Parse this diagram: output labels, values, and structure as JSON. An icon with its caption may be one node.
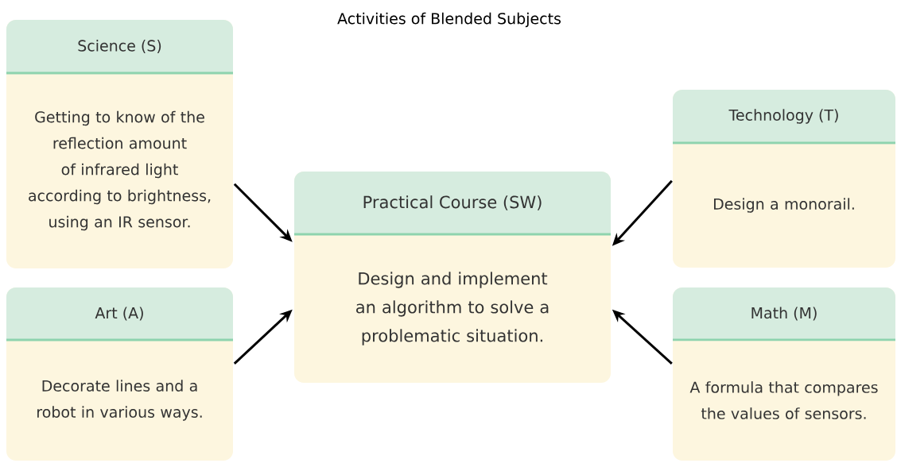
{
  "diagram": {
    "title": "Activities of Blended Subjects",
    "nodes": [
      {
        "text": [
          "Science (S)",
          "Getting to know of the reflection amount of infrared light according to brightness, using an IR sensor."
        ]
      },
      {
        "text": [
          "Practical Course (SW)",
          "Design and implement an algorithm to solve a problematic situation."
        ]
      },
      {
        "text": [
          "Technology (T)",
          "Design a monorail."
        ]
      },
      {
        "text": [
          "Art (A)",
          "Decorate lines and a robot in various ways."
        ]
      },
      {
        "text": [
          "Math (M)",
          "A formula that compares the values of sensors."
        ]
      }
    ],
    "edges": [
      {
        "from": 0,
        "to": 1,
        "arrow": "to"
      },
      {
        "from": 2,
        "to": 1,
        "arrow": "to"
      },
      {
        "from": 3,
        "to": 1,
        "arrow": "to"
      },
      {
        "from": 4,
        "to": 1,
        "arrow": "to"
      }
    ]
  }
}
